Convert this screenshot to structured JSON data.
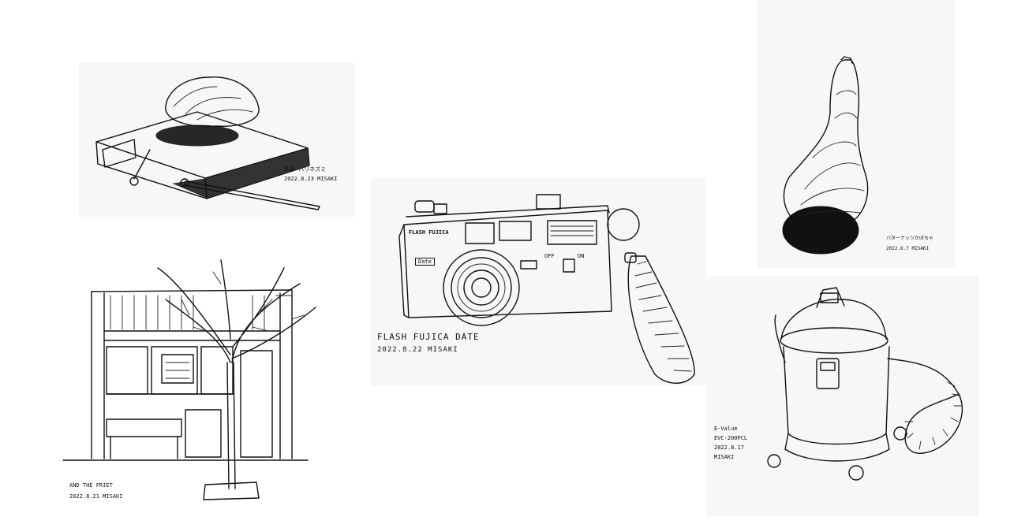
{
  "sketches": {
    "matchbox": {
      "caption_title": "未草 ハリネズミ",
      "caption_date": "2022.8.23 MISAKI"
    },
    "camera": {
      "caption_title": "FLASH FUJICA DATE",
      "caption_date": "2022.8.22 MISAKI",
      "logo_text": "FLASH FUJICA",
      "date_badge": "Date",
      "switch_off": "OFF",
      "switch_on": "ON"
    },
    "gourd": {
      "caption_title": "バターナッツかぼちゃ",
      "caption_date": "2022.8.7 MISAKI"
    },
    "shop": {
      "caption_title": "AND THE FRIET",
      "caption_date": "2022.8.21 MISAKI"
    },
    "vacuum": {
      "caption_line1": "E-Value",
      "caption_line2": "EVC-200PCL",
      "caption_line3": "2022.8.17",
      "caption_line4": "MISAKI"
    }
  },
  "colors": {
    "ink": "#111111",
    "paper": "#f7f7f7",
    "background": "#ffffff"
  }
}
